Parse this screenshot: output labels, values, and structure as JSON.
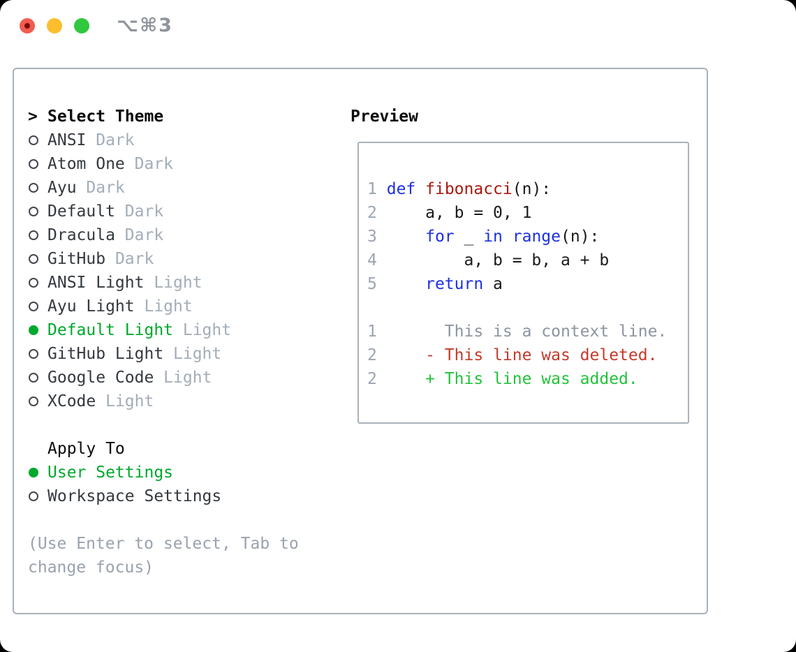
{
  "titlebar": {
    "shortcut": "⌥⌘3"
  },
  "theme_list": {
    "header_prefix": ">",
    "header": "Select Theme",
    "items": [
      {
        "name": "ANSI",
        "variant": "Dark",
        "selected": false
      },
      {
        "name": "Atom One",
        "variant": "Dark",
        "selected": false
      },
      {
        "name": "Ayu",
        "variant": "Dark",
        "selected": false
      },
      {
        "name": "Default",
        "variant": "Dark",
        "selected": false
      },
      {
        "name": "Dracula",
        "variant": "Dark",
        "selected": false
      },
      {
        "name": "GitHub",
        "variant": "Dark",
        "selected": false
      },
      {
        "name": "ANSI Light",
        "variant": "Light",
        "selected": false
      },
      {
        "name": "Ayu Light",
        "variant": "Light",
        "selected": false
      },
      {
        "name": "Default Light",
        "variant": "Light",
        "selected": true
      },
      {
        "name": "GitHub Light",
        "variant": "Light",
        "selected": false
      },
      {
        "name": "Google Code",
        "variant": "Light",
        "selected": false
      },
      {
        "name": "XCode",
        "variant": "Light",
        "selected": false
      }
    ]
  },
  "apply_to": {
    "header": "Apply To",
    "options": [
      {
        "label": "User Settings",
        "selected": true
      },
      {
        "label": "Workspace Settings",
        "selected": false
      }
    ]
  },
  "help_text": [
    "(Use Enter to select, Tab to",
    "change focus)"
  ],
  "preview": {
    "header": "Preview",
    "lines": [
      {
        "num": "1",
        "segs": [
          {
            "t": " ",
            "c": "plain"
          },
          {
            "t": "def",
            "c": "kw"
          },
          {
            "t": " ",
            "c": "plain"
          },
          {
            "t": "fibonacci",
            "c": "fn"
          },
          {
            "t": "(n):",
            "c": "plain"
          }
        ]
      },
      {
        "num": "2",
        "segs": [
          {
            "t": "     a, b = 0, 1",
            "c": "plain"
          }
        ]
      },
      {
        "num": "3",
        "segs": [
          {
            "t": "     ",
            "c": "plain"
          },
          {
            "t": "for",
            "c": "kw"
          },
          {
            "t": " _ ",
            "c": "plain"
          },
          {
            "t": "in",
            "c": "kw"
          },
          {
            "t": " ",
            "c": "plain"
          },
          {
            "t": "range",
            "c": "kw"
          },
          {
            "t": "(n):",
            "c": "plain"
          }
        ]
      },
      {
        "num": "4",
        "segs": [
          {
            "t": "         a, b = b, a + b",
            "c": "plain"
          }
        ]
      },
      {
        "num": "5",
        "segs": [
          {
            "t": "     ",
            "c": "plain"
          },
          {
            "t": "return",
            "c": "kw"
          },
          {
            "t": " a",
            "c": "plain"
          }
        ]
      },
      {
        "num": "",
        "segs": []
      },
      {
        "num": "1",
        "segs": [
          {
            "t": "       This is a context line.",
            "c": "ctx"
          }
        ]
      },
      {
        "num": "2",
        "segs": [
          {
            "t": "     - This line was deleted.",
            "c": "del"
          }
        ]
      },
      {
        "num": "2",
        "segs": [
          {
            "t": "     + This line was added.",
            "c": "add"
          }
        ]
      }
    ]
  },
  "colors": {
    "accent_green": "#00a82d",
    "added_green": "#23c23a",
    "deleted_red": "#c43a2b",
    "keyword_blue": "#1e30e2",
    "function_red": "#a81a10",
    "muted_gray": "#a3adb8",
    "line_number_gray": "#9ba5b1",
    "panel_border": "#a9b1bb",
    "traffic_red": "#f25b50",
    "traffic_yellow": "#fcbd2f",
    "traffic_green": "#30c83e"
  }
}
